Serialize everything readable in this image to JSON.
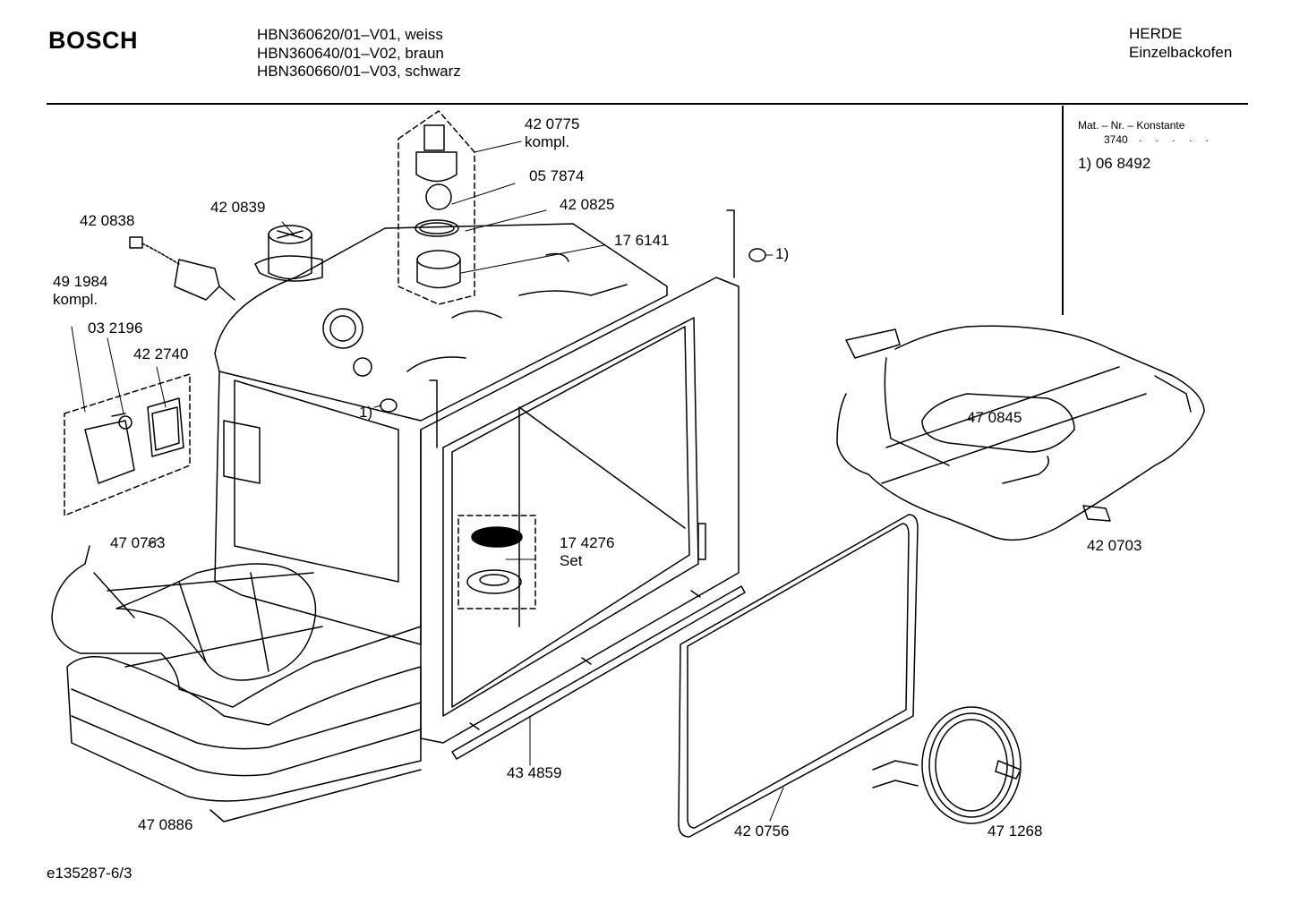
{
  "header": {
    "brand": "BOSCH",
    "models": [
      "HBN360620/01–V01, weiss",
      "HBN360640/01–V02, braun",
      "HBN360660/01–V03, schwarz"
    ],
    "category": [
      "HERDE",
      "Einzelbackofen"
    ]
  },
  "material_box": {
    "title": "Mat. – Nr. – Konstante",
    "value": "3740",
    "dots": ". . . . .",
    "note": "1) 06 8492"
  },
  "parts": {
    "p420775": [
      "42 0775",
      "kompl."
    ],
    "p057874": "05 7874",
    "p420825": "42 0825",
    "p176141": "17 6141",
    "p420839": "42 0839",
    "p420838": "42 0838",
    "p491984": [
      "49 1984",
      "kompl."
    ],
    "p032196": "03 2196",
    "p422740": "42 2740",
    "p470763": "47 0763",
    "p470845": "47 0845",
    "p420703": "42 0703",
    "p174276": [
      "17 4276",
      "Set"
    ],
    "p434859": "43 4859",
    "p470886": "47 0886",
    "p420756": "42 0756",
    "p471268": "47 1268",
    "foot1": "1)",
    "foot2": "1)"
  },
  "footer": {
    "reference": "e135287-6/3"
  }
}
